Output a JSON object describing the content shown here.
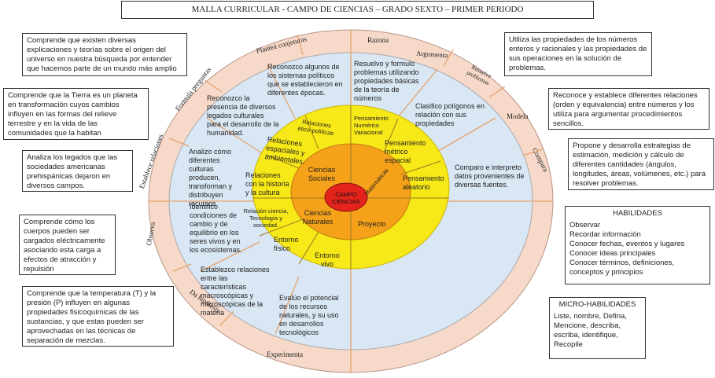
{
  "title": "MALLA CURRICULAR -  CAMPO DE CIENCIAS – GRADO SEXTO – PRIMER PERIODO",
  "colors": {
    "outer_ring": "#f6d9c9",
    "inner_fill": "#d9e6f4",
    "yellow_ring": "#f7e818",
    "orange_ring": "#f5a21a",
    "center": "#e4231c",
    "lines": "#e7a46c"
  },
  "center_label": "CAMPO CIENCIAS",
  "core": {
    "ciencias_sociales": "Ciencias Sociales",
    "ciencias_naturales": "Ciencias Naturales",
    "matematicas": "Matemáticas",
    "proyecto": "Proyecto"
  },
  "yellow_ring": {
    "relaciones_etico": "Relaciones ético-políticas",
    "relaciones_espaciales": "Relaciones espaciales y ambientales.",
    "relaciones_historia": "Relaciones con la historia y la cultura",
    "relacion_ciencia": "Relación ciencia, Tecnología y sociedad.",
    "entorno_fisico": "Entorno físico",
    "entorno_vivo": "Entorno vivo",
    "pens_numerico": "Pensamiento Numérico Variacional",
    "pens_metrico": "Pensamiento métrico espacial",
    "pens_aleatorio": "Pensamiento aleatorio"
  },
  "inner_texts": {
    "sistemas_politicos": "Reconozco algunos de los sistemas políticos que se establecieron en diferentes épocas.",
    "legados_culturales": "Reconozco la presencia de diversos legados culturales para el desarrollo de la humanidad.",
    "culturas_recursos": "Analizo cómo diferentes culturas producen, transforman y distribuyen recursos",
    "condiciones_cambio": "Identifico condiciones de cambio y de equilibrio en los seres vivos y en los ecosistemas.",
    "relaciones_macro": "Establezco relaciones entre las características macroscópicas y microscópicas de la materia",
    "recursos_naturales": "Evalúo el potencial de los recursos naturales, y su uso en desarrollos tecnológicos",
    "resuelvo_problemas": "Resuelvo y formulo problemas utilizando propiedades básicas de la teoría de números",
    "poligonos": "Clasifico polígonos en relación con sus propiedades",
    "comparo_datos": "Comparo e interpreto datos provenientes de diversas fuentes."
  },
  "ring_labels": {
    "plantea_conjeturas": "Planteá conjeturas",
    "formula_preguntas": "Formula preguntas",
    "establece_relaciones": "Establece relaciones",
    "observa": "Observa",
    "da_hipotesis": "Da hipótesis",
    "experimenta": "Experimenta",
    "razona": "Razona",
    "argumenta": "Argumenta",
    "resuelve_problemas": "Resuelve problemas",
    "modela": "Modela",
    "compara": "Compara"
  },
  "left_boxes": {
    "universo": "Comprende que existen diversas explicaciones y teorías sobre el origen del universo en nuestra búsqueda por entender que hacemos parte de un mundo más amplio",
    "tierra": "Comprende que la Tierra es un planeta en transformación cuyos cambios influyen en las formas del relieve terrestre y en la vida de las comunidades que la habitan",
    "legados": "Analiza los legados que las sociedades americanas prehispánicas dejaron en diversos campos.",
    "cuerpos": "Comprende cómo los cuerpos pueden ser cargados eléctricamente asociando esta carga a efectos de atracción y repulsión",
    "temperatura": "Comprende que la temperatura (T) y la presión (P) influyen en algunas propiedades fisicoquímicas de las sustancias, y que estas pueden ser aprovechadas en las técnicas de separación de mezclas."
  },
  "right_boxes": {
    "propiedades_numeros": "Utiliza las propiedades de los números enteros y racionales y las propiedades de sus operaciones en la solución de problemas.",
    "relaciones_orden": "Reconoce y establece diferentes relaciones (orden y equivalencia) entre números y los utiliza para argumentar procedimientos sencillos.",
    "estrategias": "Propone y desarrolla estrategias de estimación, medición y cálculo de diferentes cantidades (ángulos, longitudes, áreas, volúmenes, etc.) para resolver problemas."
  },
  "habilidades": {
    "title": "HABILIDADES",
    "items": [
      "Observar",
      "Recordar información",
      "Conocer fechas, eventos y lugares",
      "Conocer ideas principales",
      "Conocer términos, definiciones,",
      "conceptos y principios"
    ]
  },
  "micro_habilidades": {
    "title": "MICRO-HABILIDADES",
    "items": [
      "Liste, nombre, Defina,",
      "Mencione, describa,",
      "escriba, identifique,",
      "Recopile"
    ]
  }
}
